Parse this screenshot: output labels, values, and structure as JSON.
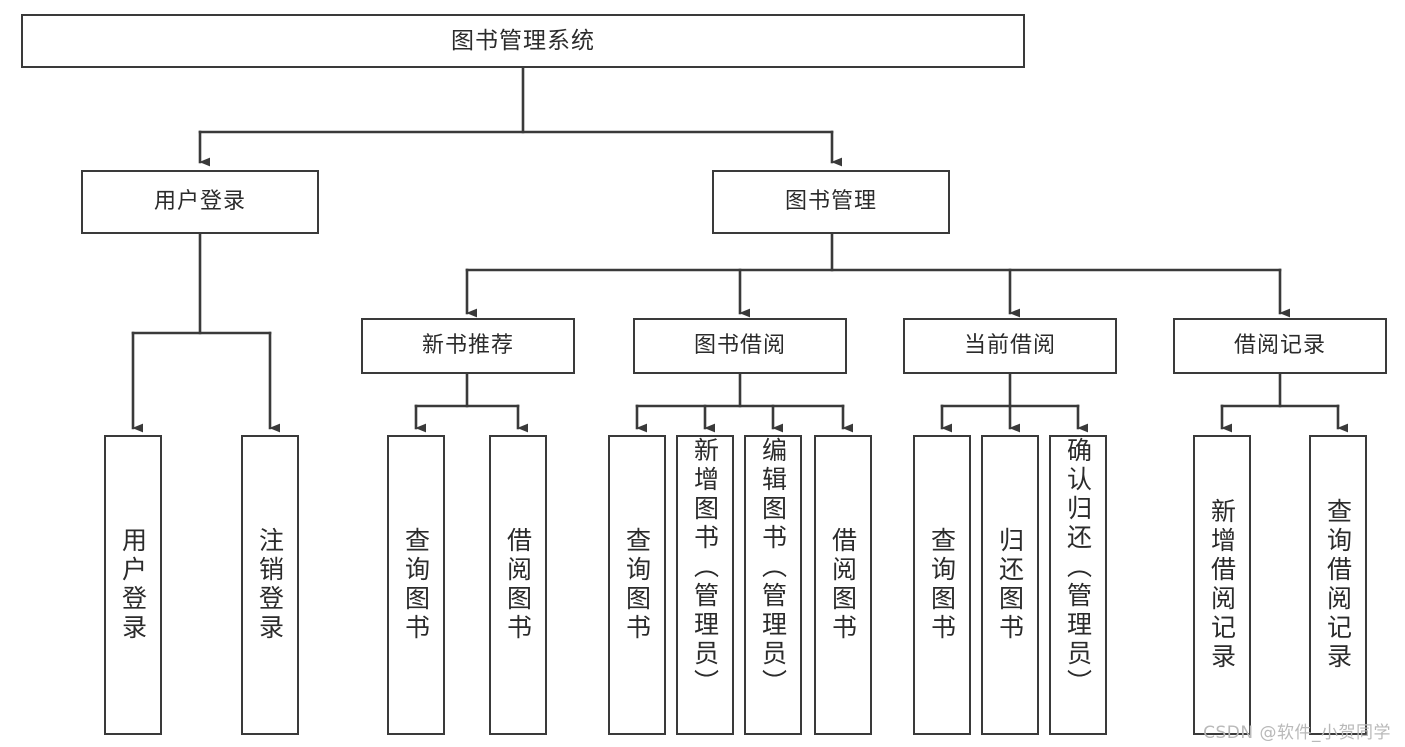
{
  "diagram": {
    "title": "图书管理系统",
    "type": "hierarchy-tree",
    "watermark": "CSDN @软件_小贺同学",
    "colors": {
      "box_border": "#3a3a3a",
      "box_fill": "#ffffff",
      "connector": "#3a3a3a",
      "text": "#2b2b2b",
      "watermark": "#b9b9b9",
      "background": "#ffffff"
    },
    "nodes": {
      "root": {
        "label": "图书管理系统"
      },
      "level1": [
        {
          "label": "用户登录"
        },
        {
          "label": "图书管理"
        }
      ],
      "level2": [
        {
          "label": "新书推荐"
        },
        {
          "label": "图书借阅"
        },
        {
          "label": "当前借阅"
        },
        {
          "label": "借阅记录"
        }
      ],
      "leaves_user_login": [
        {
          "label": "用户登录"
        },
        {
          "label": "注销登录"
        }
      ],
      "leaves_new_book": [
        {
          "label": "查询图书"
        },
        {
          "label": "借阅图书"
        }
      ],
      "leaves_borrow": [
        {
          "label": "查询图书"
        },
        {
          "label": "新增图书（管理员）"
        },
        {
          "label": "编辑图书（管理员）"
        },
        {
          "label": "借阅图书"
        }
      ],
      "leaves_current": [
        {
          "label": "查询图书"
        },
        {
          "label": "归还图书"
        },
        {
          "label": "确认归还（管理员）"
        }
      ],
      "leaves_records": [
        {
          "label": "新增借阅记录"
        },
        {
          "label": "查询借阅记录"
        }
      ]
    }
  }
}
